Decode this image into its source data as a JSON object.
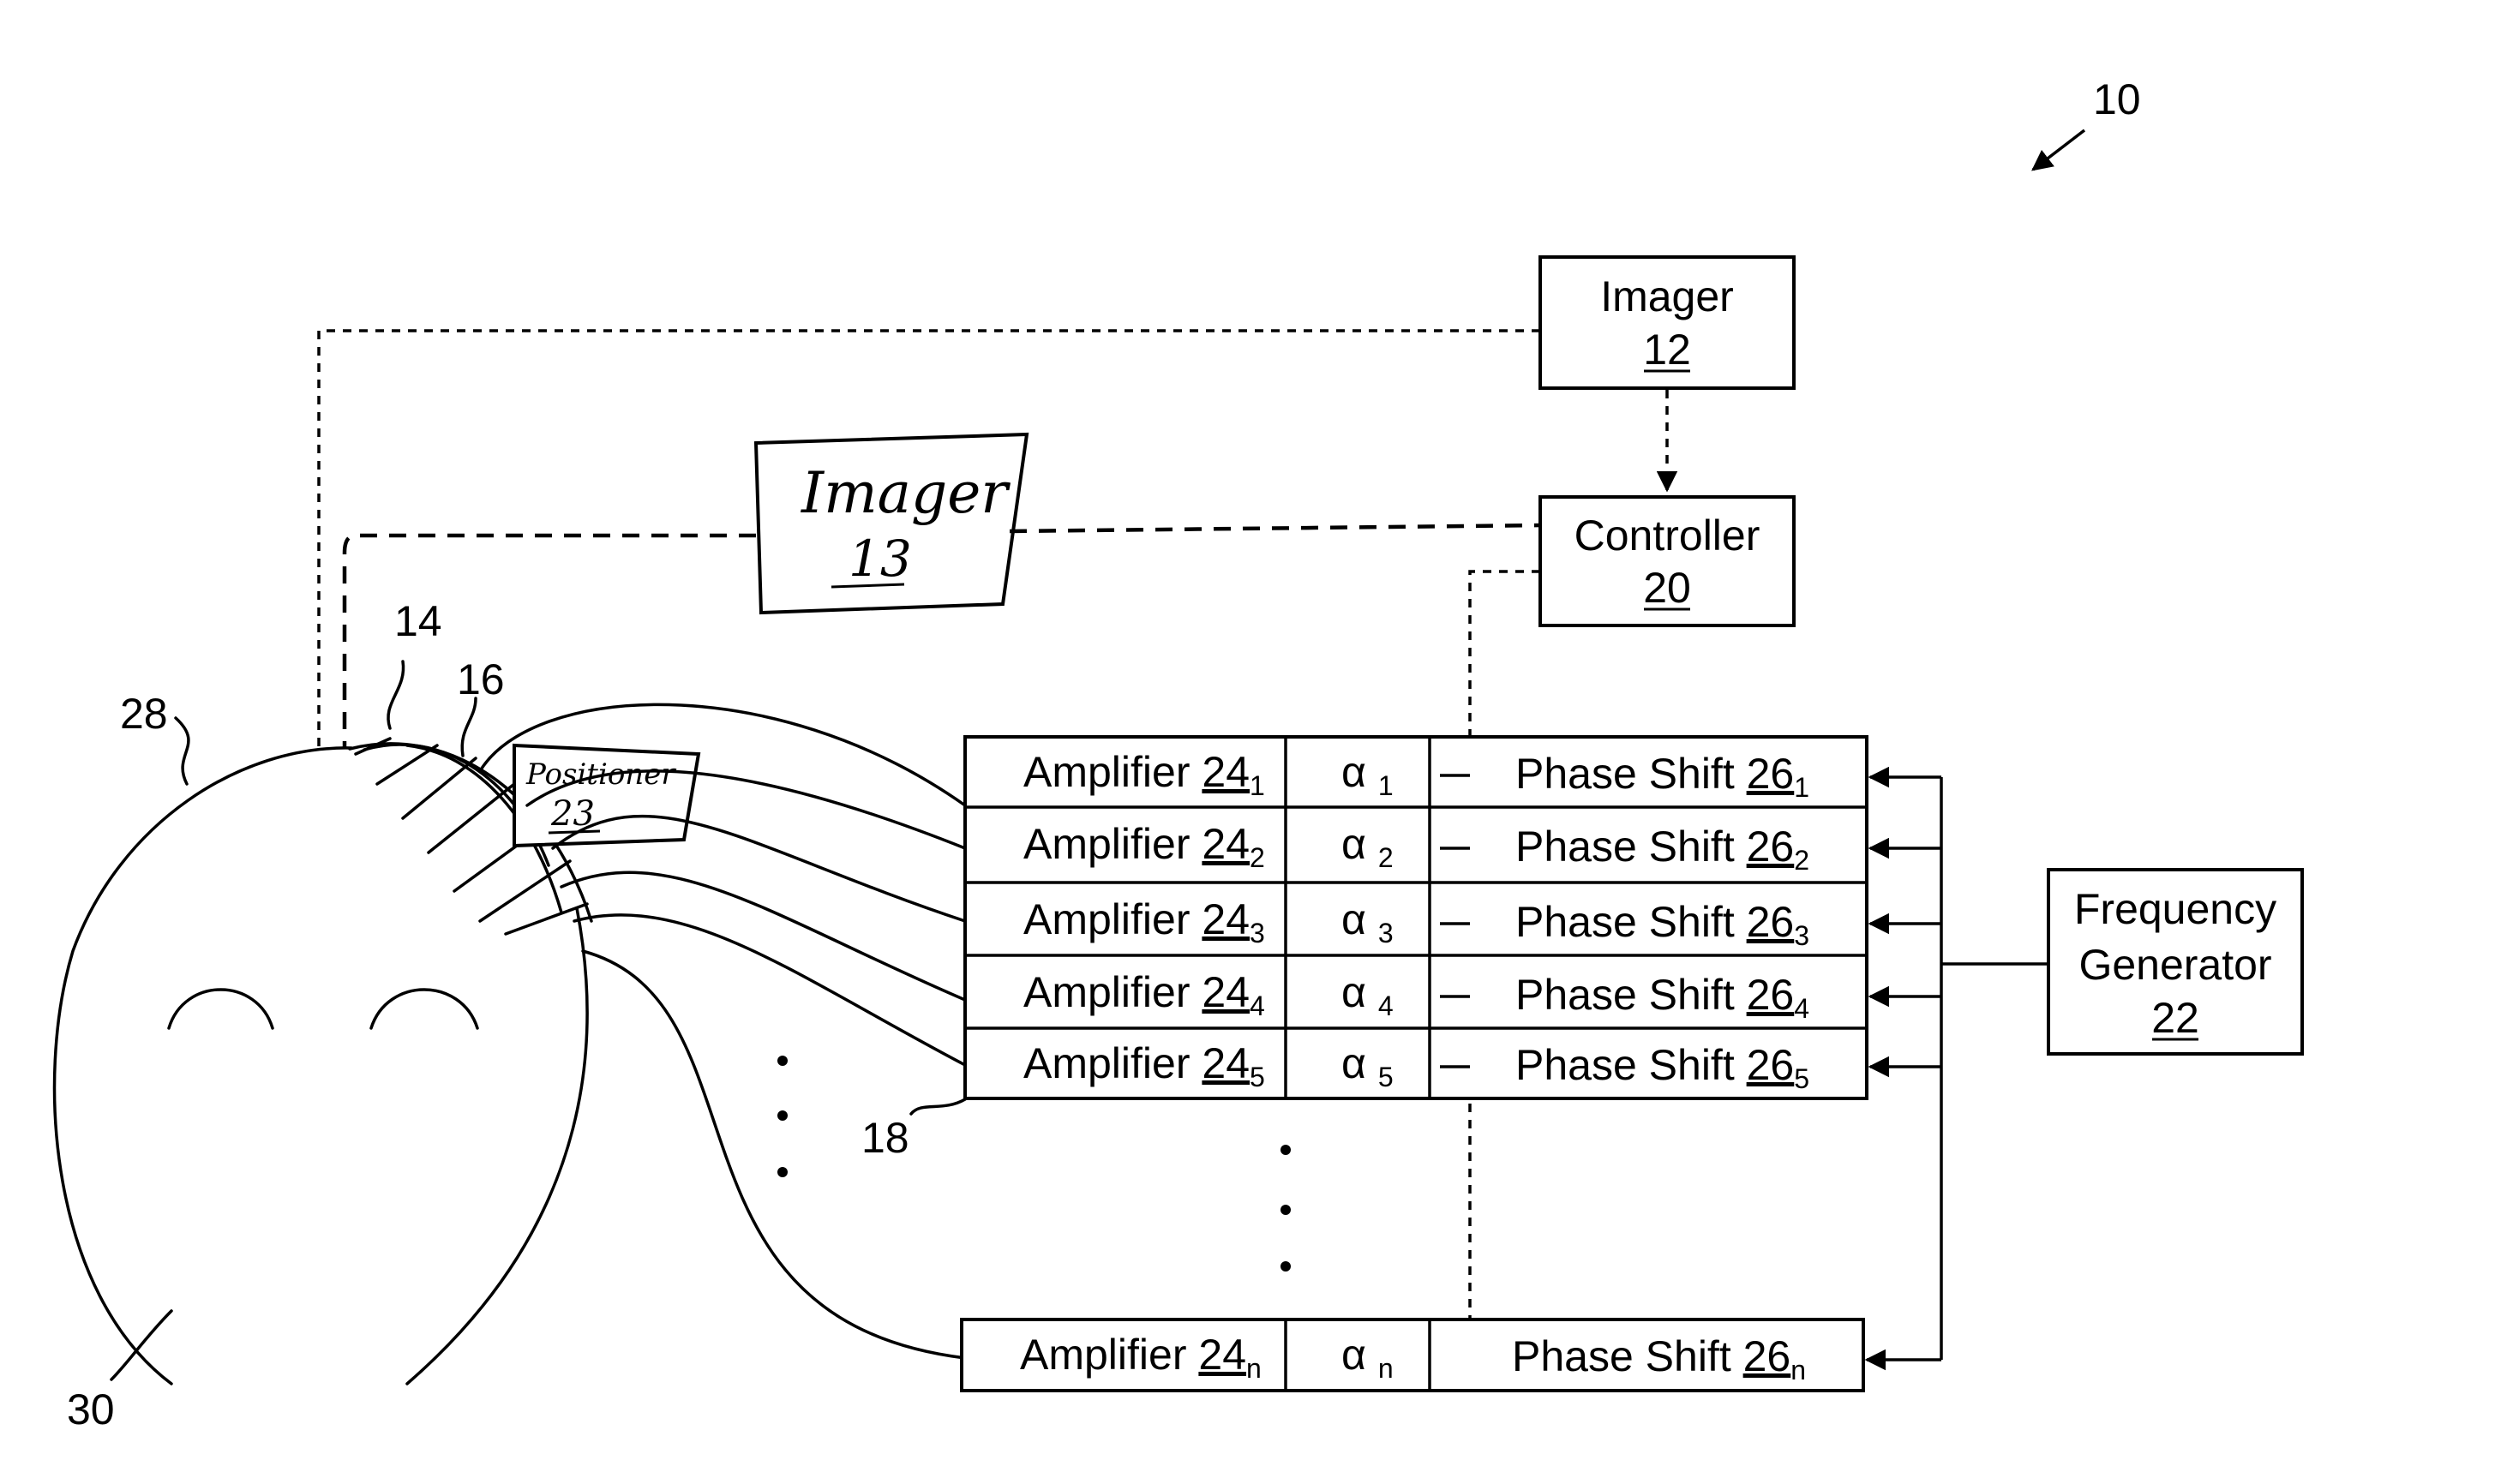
{
  "refs": {
    "system": "10",
    "transducer_array": "14",
    "transducer_elements": "16",
    "drive_lines": "18",
    "head": "28",
    "target": "30"
  },
  "imager_12": {
    "title": "Imager",
    "ref": "12"
  },
  "imager_13": {
    "title": "Imager",
    "ref": "13"
  },
  "controller": {
    "title": "Controller",
    "ref": "20"
  },
  "positioner": {
    "title": "Positioner",
    "ref": "23"
  },
  "frequency_generator": {
    "title_line1": "Frequency",
    "title_line2": "Generator",
    "ref": "22"
  },
  "channels": [
    {
      "amp_label": "Amplifier",
      "amp_ref": "24",
      "alpha": "α",
      "sub": "1",
      "phase_label": "Phase Shift",
      "phase_ref": "26"
    },
    {
      "amp_label": "Amplifier",
      "amp_ref": "24",
      "alpha": "α",
      "sub": "2",
      "phase_label": "Phase Shift",
      "phase_ref": "26"
    },
    {
      "amp_label": "Amplifier",
      "amp_ref": "24",
      "alpha": "α",
      "sub": "3",
      "phase_label": "Phase Shift",
      "phase_ref": "26"
    },
    {
      "amp_label": "Amplifier",
      "amp_ref": "24",
      "alpha": "α",
      "sub": "4",
      "phase_label": "Phase Shift",
      "phase_ref": "26"
    },
    {
      "amp_label": "Amplifier",
      "amp_ref": "24",
      "alpha": "α",
      "sub": "5",
      "phase_label": "Phase Shift",
      "phase_ref": "26"
    },
    {
      "amp_label": "Amplifier",
      "amp_ref": "24",
      "alpha": "α",
      "sub": "n",
      "phase_label": "Phase Shift",
      "phase_ref": "26"
    }
  ]
}
